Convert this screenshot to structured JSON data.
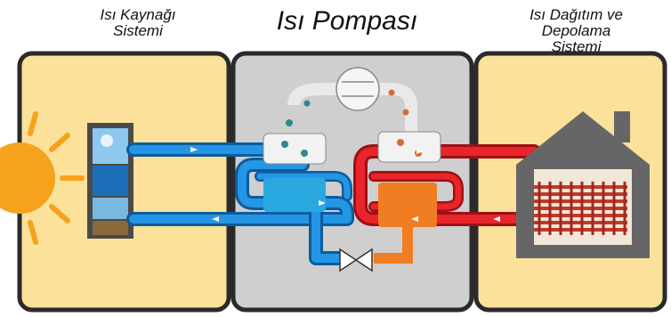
{
  "titles": {
    "source_line1": "Isı Kaynağı",
    "source_line2": "Sistemi",
    "pump": "Isı Pompası",
    "distribution_line1": "Isı Dağıtım ve Depolama",
    "distribution_line2": "Sistemi"
  },
  "colors": {
    "panel_yellow": "#fbe199",
    "panel_gray": "#cfcfd0",
    "cold_loop": "#1f86d3",
    "hot_loop": "#e8252a",
    "hot_tank": "#f07d22",
    "cold_tank": "#29a9e0",
    "sun": "#f6a21c",
    "house": "#666666",
    "radiator": "#c0392b"
  },
  "icons": [
    "sun-icon",
    "solar-collector-icon",
    "compressor-icon",
    "expansion-valve-icon",
    "house-icon",
    "radiator-icon"
  ]
}
